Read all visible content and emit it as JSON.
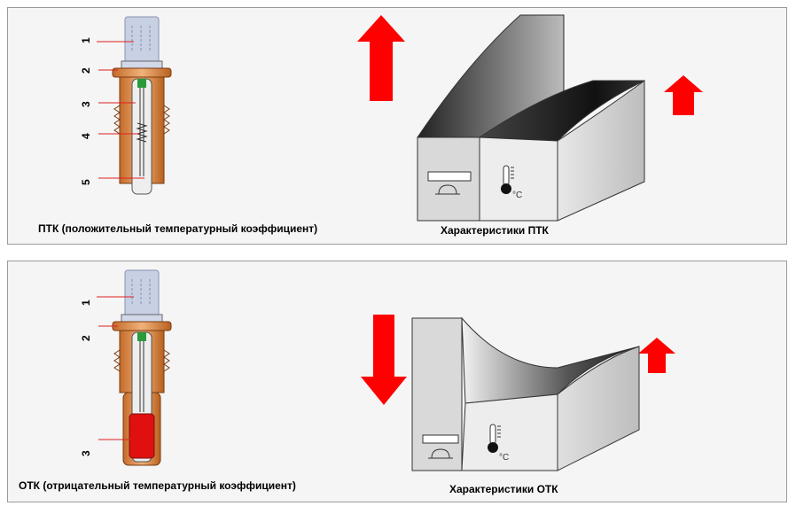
{
  "ptc": {
    "sensor_caption": "ПТК (положительный температурный коэффициент)",
    "chart_caption": "Характеристики ПТК",
    "part_numbers": [
      "1",
      "2",
      "3",
      "4",
      "5"
    ]
  },
  "ntc": {
    "sensor_caption": "ОТК (отрицательный температурный коэффициент)",
    "chart_caption": "Характеристики ОТК",
    "part_numbers": [
      "1",
      "2",
      "3"
    ]
  },
  "colors": {
    "arrow": "#e00000",
    "brass": "#d98a4a",
    "connector": "#c8d0e4",
    "ntc_element": "#e01010"
  },
  "icons": [
    "up-arrow-icon",
    "down-arrow-icon",
    "resistor-icon",
    "thermometer-icon"
  ]
}
